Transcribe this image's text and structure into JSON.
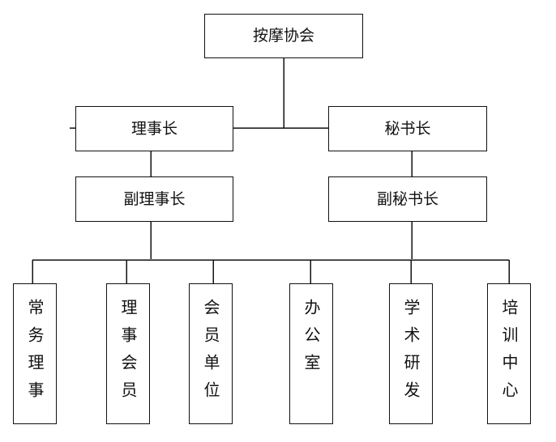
{
  "org_chart": {
    "root": {
      "label": "按摩协会"
    },
    "level1": [
      {
        "label": "理事长"
      },
      {
        "label": "秘书长"
      }
    ],
    "level2": [
      {
        "label": "副理事长"
      },
      {
        "label": "副秘书长"
      }
    ],
    "departments": [
      {
        "label": "常务理事"
      },
      {
        "label": "理事会员"
      },
      {
        "label": "会员单位"
      },
      {
        "label": "办公室"
      },
      {
        "label": "学术研发"
      },
      {
        "label": "培训中心"
      }
    ]
  }
}
